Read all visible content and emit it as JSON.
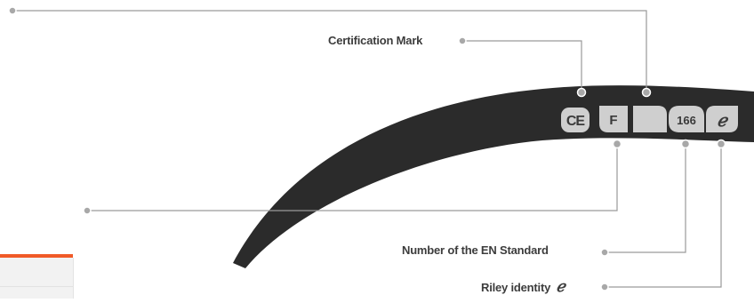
{
  "labels": {
    "certification_mark": "Certification Mark",
    "en_standard": "Number of the EN Standard",
    "riley_identity": "Riley identity"
  },
  "stamps": {
    "ce": "CE",
    "impact": "F",
    "standard_number": "166",
    "riley_logo": "ℯ"
  },
  "colors": {
    "arm": "#2b2b2b",
    "stamp": "#cfcfcf",
    "leader": "#9a9a9a",
    "dot": "#a8a8a8",
    "accent": "#f05a28",
    "label_text": "#3c3c3c"
  }
}
